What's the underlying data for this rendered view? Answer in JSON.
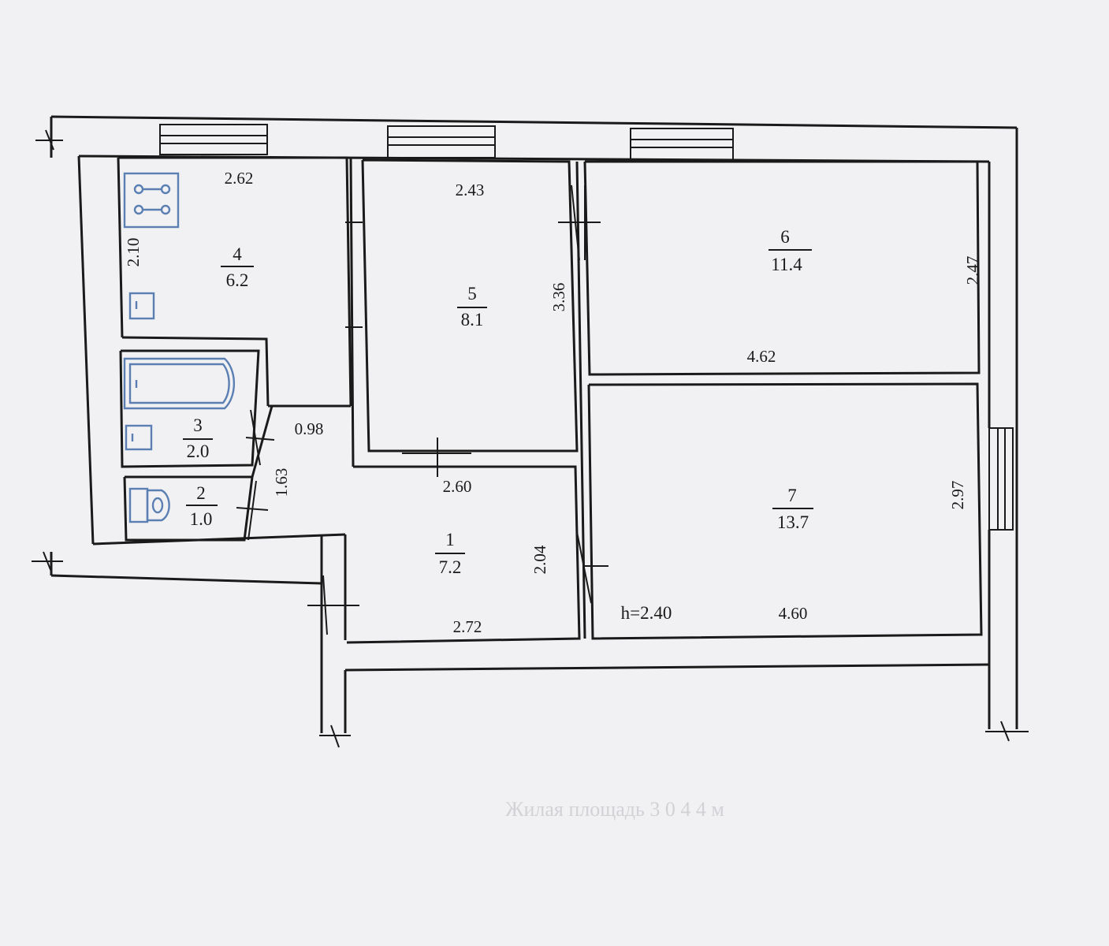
{
  "rooms": [
    {
      "id": "1",
      "area": "7.2"
    },
    {
      "id": "2",
      "area": "1.0"
    },
    {
      "id": "3",
      "area": "2.0"
    },
    {
      "id": "4",
      "area": "6.2"
    },
    {
      "id": "5",
      "area": "8.1"
    },
    {
      "id": "6",
      "area": "11.4"
    },
    {
      "id": "7",
      "area": "13.7"
    }
  ],
  "dimensions": {
    "kitchen_width": "2.62",
    "kitchen_depth": "2.10",
    "room5_width": "2.43",
    "room5_depth": "3.36",
    "room6_depth": "2.47",
    "room6_width": "4.62",
    "corridor_width": "0.98",
    "hall_top": "2.60",
    "hall_side": "1.63",
    "hall_depth": "2.04",
    "hall_bottom": "2.72",
    "room7_depth": "2.97",
    "room7_width": "4.60"
  },
  "ceiling_height": "h=2.40",
  "faded_footer": "Жилая площадь 3 0 4 4 м"
}
